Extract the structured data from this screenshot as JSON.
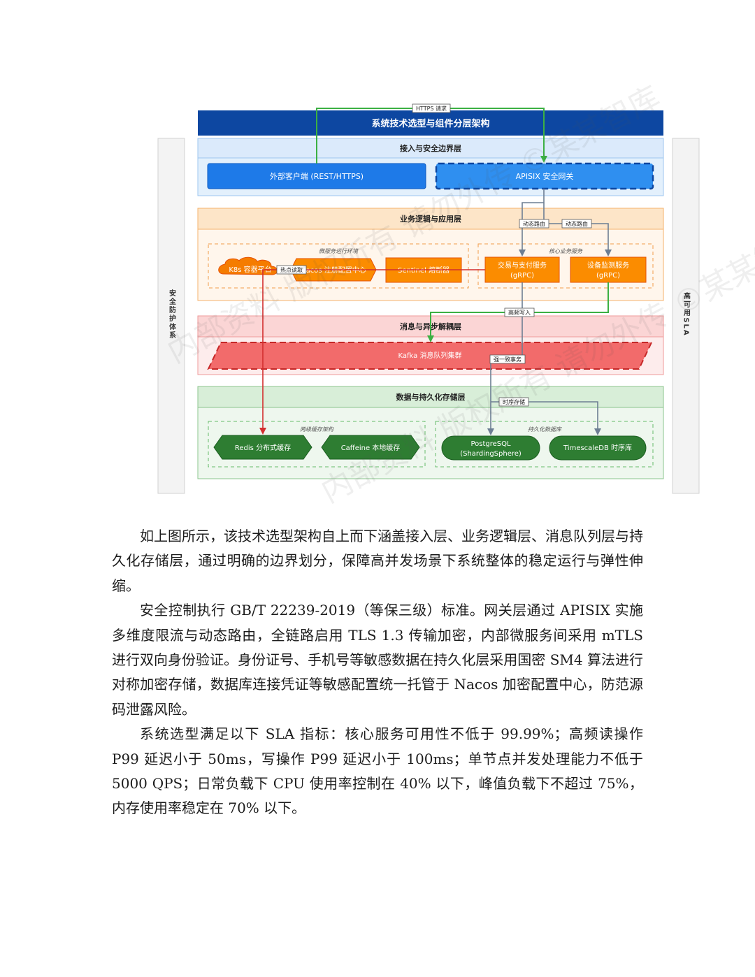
{
  "diagram": {
    "title": "系统技术选型与组件分层架构",
    "side_left": "安全防护体系",
    "side_right": "高可用SLA",
    "layers": {
      "access": {
        "title": "接入与安全边界层",
        "client": "外部客户端 (REST/HTTPS)",
        "gateway": "APISIX 安全网关"
      },
      "logic": {
        "title": "业务逻辑与应用层",
        "runtime_group": "微服务运行环境",
        "k8s": "K8s 容器平台",
        "nacos": "Nacos 注册配置中心",
        "sentinel": "Sentinel 熔断器",
        "core_group": "核心业务服务",
        "trade_line1": "交易与支付服务",
        "trade_line2": "(gRPC)",
        "device_line1": "设备监测服务",
        "device_line2": "(gRPC)"
      },
      "mq": {
        "title": "消息与异步解耦层",
        "kafka": "Kafka 消息队列集群"
      },
      "storage": {
        "title": "数据与持久化存储层",
        "cache_group": "两级缓存架构",
        "redis": "Redis 分布式缓存",
        "caffeine": "Caffeine 本地缓存",
        "db_group": "持久化数据库",
        "pg_line1": "PostgreSQL",
        "pg_line2": "(ShardingSphere)",
        "tsdb": "TimescaleDB 时序库"
      }
    },
    "edge_labels": {
      "https": "HTTPS 请求",
      "route1": "动态路由",
      "route2": "动态路由",
      "hot_read": "热点读取",
      "hf_write": "高频写入",
      "strong_tx": "强一致事务",
      "ts_store": "时序存储"
    },
    "colors": {
      "title_bar": "#0d47a1",
      "access": "#1e88e5",
      "logic": "#fb8c00",
      "mq": "#ef5350",
      "storage": "#2e7d32",
      "arrow_green": "#3cb043",
      "arrow_gray": "#6d7e93",
      "arrow_red": "#d32f2f"
    },
    "watermark": "内部资料 版权所有 请勿外传 ©某某智库"
  },
  "text": {
    "p1": "如上图所示，该技术选型架构自上而下涵盖接入层、业务逻辑层、消息队列层与持久化存储层，通过明确的边界划分，保障高并发场景下系统整体的稳定运行与弹性伸缩。",
    "p2": "安全控制执行 GB/T 22239-2019（等保三级）标准。网关层通过 APISIX 实施多维度限流与动态路由，全链路启用 TLS 1.3 传输加密，内部微服务间采用 mTLS 进行双向身份验证。身份证号、手机号等敏感数据在持久化层采用国密 SM4 算法进行对称加密存储，数据库连接凭证等敏感配置统一托管于 Nacos 加密配置中心，防范源码泄露风险。",
    "p3": "系统选型满足以下 SLA 指标：核心服务可用性不低于 99.99%；高频读操作 P99 延迟小于 50ms，写操作 P99 延迟小于 100ms；单节点并发处理能力不低于 5000 QPS；日常负载下 CPU 使用率控制在 40% 以下，峰值负载下不超过 75%，内存使用率稳定在 70% 以下。"
  }
}
